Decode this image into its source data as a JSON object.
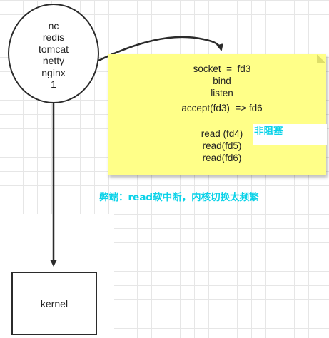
{
  "process_node": {
    "lines": [
      "nc",
      "redis",
      "tomcat",
      "netty",
      "nginx",
      "1"
    ]
  },
  "syscall_note": {
    "lines": [
      "socket  =  fd3",
      "bind",
      "listen",
      "accept(fd3)  => fd6",
      "",
      "read (fd4)",
      "read(fd5)",
      "read(fd6)"
    ],
    "nonblocking_label": "非阻塞",
    "background_color": "#ffff88"
  },
  "drawback_note": {
    "text": "弊端：read软中断，内核切换太频繁",
    "color": "#0ad2e8"
  },
  "kernel_node": {
    "label": "kernel"
  }
}
